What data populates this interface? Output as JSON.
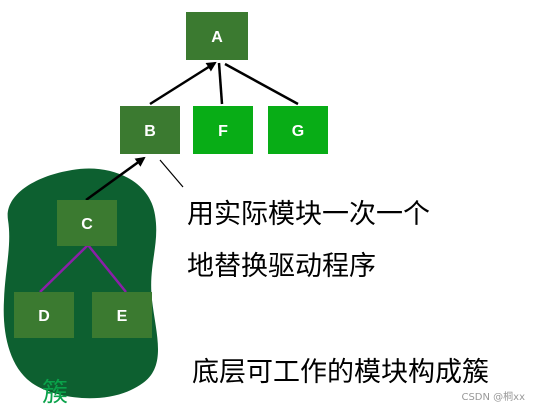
{
  "colors": {
    "node_dark": "#3b7a30",
    "node_bright": "#08ad16",
    "cluster_fill": "#0d6030",
    "cluster_label": "#0aa24a",
    "edge": "#000000",
    "tree_edge": "#8b1fa8"
  },
  "nodes": {
    "a": "A",
    "b": "B",
    "f": "F",
    "g": "G",
    "c": "C",
    "d": "D",
    "e": "E"
  },
  "captions": {
    "line1": "用实际模块一次一个",
    "line2": "地替换驱动程序",
    "line3": "底层可工作的模块构成簇"
  },
  "cluster_label": "簇",
  "watermark": "CSDN @桐xx"
}
